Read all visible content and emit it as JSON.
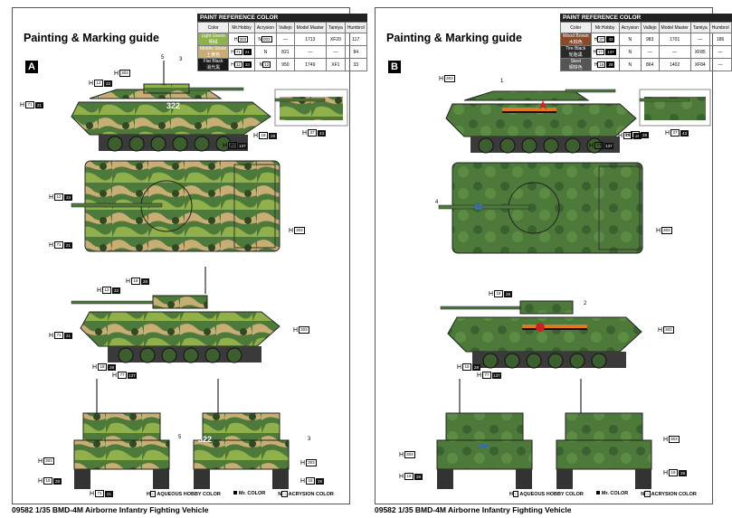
{
  "footer": {
    "code": "09582",
    "title": "1/35 BMD-4M Airborne Infantry Fighting Vehicle"
  },
  "guide_title": "Painting & Marking guide",
  "legend": {
    "aqueous": "AQUEOUS HOBBY COLOR",
    "mr": "Mr. COLOR",
    "acrysion": "ACRYSION COLOR"
  },
  "table_header": {
    "caption": "PAINT REFERENCE COLOR",
    "cols": [
      "Color",
      "Mr.Hobby",
      "Acrysion",
      "Vallejo",
      "Model Master",
      "Tamiya",
      "Humbrol"
    ]
  },
  "schemes": {
    "A": {
      "badge": "A",
      "rows": [
        {
          "name": "Light Green",
          "name_cn": "明绿",
          "swatch": "#8fb04a",
          "h": "303",
          "c": "",
          "n": "003",
          "vallejo": "—",
          "mm": "1713",
          "tamiya": "XF20",
          "humbrol": "117"
        },
        {
          "name": "Middle Stone",
          "name_cn": "土黄色",
          "swatch": "#c8ad74",
          "h": "71",
          "c": "21",
          "n": "",
          "vallejo": "821",
          "mm": "—",
          "tamiya": "—",
          "humbrol": "84"
        },
        {
          "name": "Flat Black",
          "name_cn": "消光黑",
          "swatch": "#1a1a1a",
          "h": "12",
          "c": "33",
          "n": "12",
          "vallejo": "950",
          "mm": "1749",
          "tamiya": "XF1",
          "humbrol": "33"
        }
      ],
      "number": "322",
      "callouts": [
        "5",
        "3"
      ]
    },
    "B": {
      "badge": "B",
      "rows": [
        {
          "name": "Wood Brown",
          "name_cn": "木棕色",
          "swatch": "#8a4a2a",
          "h": "37",
          "c": "43",
          "n": "",
          "vallejo": "983",
          "mm": "1701",
          "tamiya": "—",
          "humbrol": "186"
        },
        {
          "name": "Tire Black",
          "name_cn": "轮胎黑",
          "swatch": "#2a2a2a",
          "h": "77",
          "c": "137",
          "n": "",
          "vallejo": "—",
          "mm": "—",
          "tamiya": "XF85",
          "humbrol": "—"
        },
        {
          "name": "Steel",
          "name_cn": "钢铁色",
          "swatch": "#555555",
          "h": "18",
          "c": "28",
          "n": "",
          "vallejo": "864",
          "mm": "1402",
          "tamiya": "XF84",
          "humbrol": "—"
        }
      ],
      "callouts": [
        "1",
        "4",
        "2"
      ]
    }
  },
  "markers": {
    "H303": {
      "p": "H",
      "n": "303",
      "c": ""
    },
    "H12_33": {
      "p": "H",
      "n": "12",
      "c": "33"
    },
    "H71_21": {
      "p": "H",
      "n": "71",
      "c": "21"
    },
    "H18_28": {
      "p": "H",
      "n": "18",
      "c": "28"
    },
    "H77_137": {
      "p": "H",
      "n": "77",
      "c": "137"
    },
    "H37_43": {
      "p": "H",
      "n": "37",
      "c": "43"
    },
    "H303b": {
      "p": "H",
      "n": "303",
      "c": ""
    },
    "H303side": {
      "p": "H",
      "n": "303",
      "c": ""
    }
  },
  "colors": {
    "green": "#4d7a3a",
    "green_dark": "#2e4a24",
    "stone": "#c8ad74",
    "light_green": "#8fb04a",
    "black": "#1a1a1a",
    "steel": "#555555",
    "wood": "#8a4a2a",
    "ribbon_orange": "#e07a20",
    "star_red": "#cc2222"
  }
}
